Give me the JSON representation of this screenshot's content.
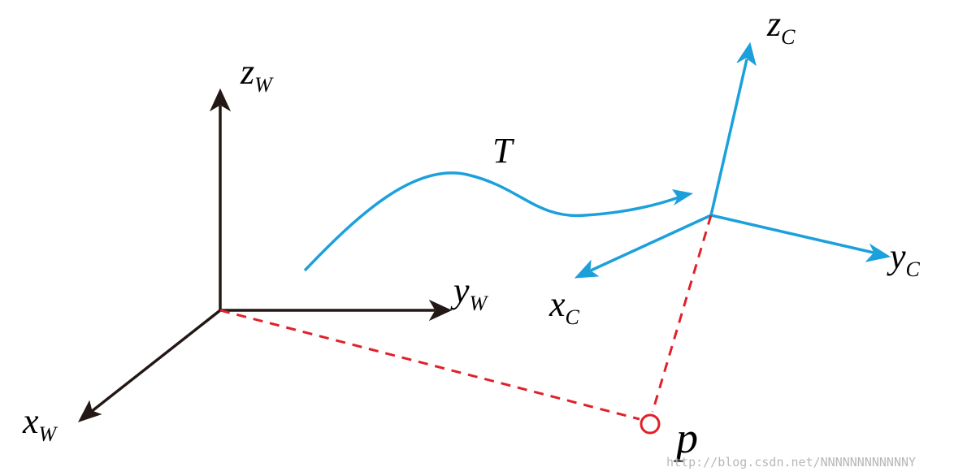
{
  "colors": {
    "world_axes": "#231815",
    "camera_axes": "#1ca0dc",
    "projection": "#e0202a",
    "watermark": "#b8b8b8"
  },
  "world": {
    "z": {
      "letter": "z",
      "sub": "W"
    },
    "y": {
      "letter": "y",
      "sub": "W"
    },
    "x": {
      "letter": "x",
      "sub": "W"
    }
  },
  "camera": {
    "z": {
      "letter": "z",
      "sub": "C"
    },
    "y": {
      "letter": "y",
      "sub": "C"
    },
    "x": {
      "letter": "x",
      "sub": "C"
    }
  },
  "transform_label": "T",
  "point_label": "p",
  "watermark": "http://blog.csdn.net/NNNNNNNNNNNNY",
  "icons": {
    "point_marker": "open-circle-icon",
    "arrowhead": "arrowhead-icon"
  }
}
